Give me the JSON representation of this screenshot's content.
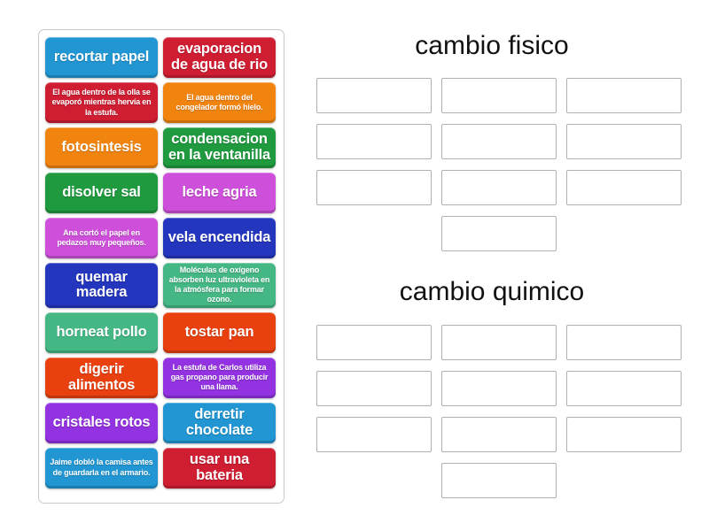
{
  "activity": {
    "type": "group-sort",
    "word_bank": {
      "tiles": [
        {
          "label": "recortar papel",
          "color": "#2196d3",
          "size": "big"
        },
        {
          "label": "evaporacion de agua de rio",
          "color": "#cf1d32",
          "size": "big"
        },
        {
          "label": "El agua dentro de la olla se evaporó mientras hervía en la estufa.",
          "color": "#cf1d32",
          "size": "small"
        },
        {
          "label": "El agua dentro del congelador formó hielo.",
          "color": "#f1840f",
          "size": "small"
        },
        {
          "label": "fotosintesis",
          "color": "#f1840f",
          "size": "big"
        },
        {
          "label": "condensacion en la ventanilla",
          "color": "#1f9a3e",
          "size": "big"
        },
        {
          "label": "disolver sal",
          "color": "#1f9a3e",
          "size": "big"
        },
        {
          "label": "leche agria",
          "color": "#cd4fda",
          "size": "big"
        },
        {
          "label": "Ana cortó el papel en pedazos muy pequeños.",
          "color": "#cd4fda",
          "size": "small"
        },
        {
          "label": "vela encendida",
          "color": "#2336bd",
          "size": "big"
        },
        {
          "label": "quemar madera",
          "color": "#2336bd",
          "size": "big"
        },
        {
          "label": "Moléculas de oxígeno absorben luz ultravioleta en la atmósfera para formar ozono.",
          "color": "#44b785",
          "size": "small"
        },
        {
          "label": "horneat pollo",
          "color": "#44b785",
          "size": "big"
        },
        {
          "label": "tostar pan",
          "color": "#e9400f",
          "size": "big"
        },
        {
          "label": "digerir alimentos",
          "color": "#e9400f",
          "size": "big"
        },
        {
          "label": "La estufa de Carlos utiliza gas propano para producir una llama.",
          "color": "#9332e0",
          "size": "small"
        },
        {
          "label": "cristales rotos",
          "color": "#9332e0",
          "size": "big"
        },
        {
          "label": "derretir chocolate",
          "color": "#2196d3",
          "size": "big"
        },
        {
          "label": "Jaime dobló la camisa antes de guardarla en el armario.",
          "color": "#2196d3",
          "size": "small"
        },
        {
          "label": "usar una bateria",
          "color": "#cf1d32",
          "size": "big"
        }
      ]
    },
    "categories": [
      {
        "title": "cambio fisico",
        "slots": [
          {
            "value": ""
          },
          {
            "value": ""
          },
          {
            "value": ""
          },
          {
            "value": ""
          },
          {
            "value": ""
          },
          {
            "value": ""
          },
          {
            "value": ""
          },
          {
            "value": ""
          },
          {
            "value": ""
          },
          {
            "value": ""
          }
        ]
      },
      {
        "title": "cambio quimico",
        "slots": [
          {
            "value": ""
          },
          {
            "value": ""
          },
          {
            "value": ""
          },
          {
            "value": ""
          },
          {
            "value": ""
          },
          {
            "value": ""
          },
          {
            "value": ""
          },
          {
            "value": ""
          },
          {
            "value": ""
          },
          {
            "value": ""
          }
        ]
      }
    ]
  }
}
